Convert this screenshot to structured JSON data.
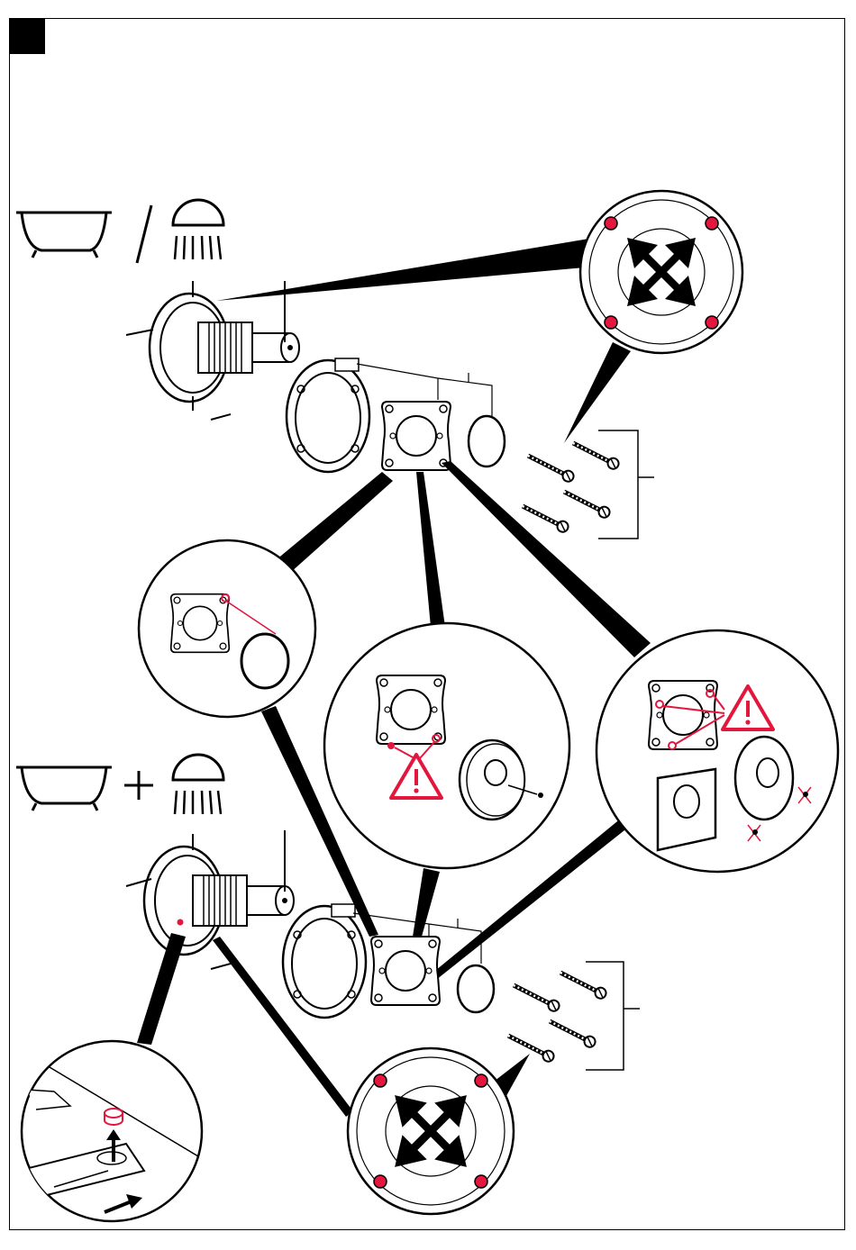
{
  "page": {
    "step_marker": "",
    "text_labels": []
  },
  "colors": {
    "line": "#000000",
    "accent_red": "#e3173e",
    "white": "#ffffff"
  },
  "icons": {
    "bathtub": "bathtub-icon",
    "shower": "shower-head-icon",
    "or_separator": "slash",
    "and_separator": "plus",
    "warning": "warning-triangle-icon",
    "directional_arrows": "four-way-arrow-icon"
  },
  "sections": {
    "top": {
      "mode": "bath-or-shower",
      "separator": "/"
    },
    "bottom": {
      "mode": "bath-and-shower",
      "separator": "+"
    }
  }
}
